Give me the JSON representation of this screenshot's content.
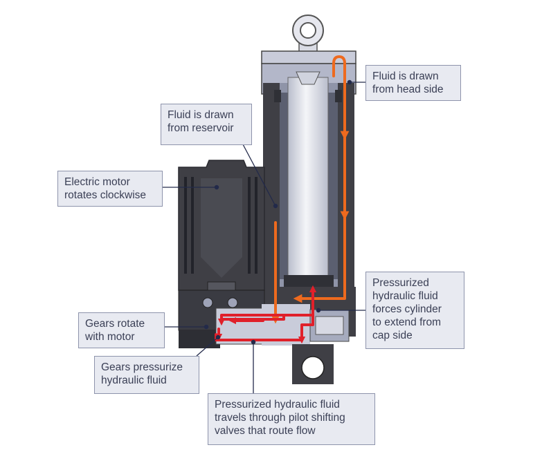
{
  "callouts": {
    "head_side": "Fluid is drawn\nfrom head side",
    "reservoir": "Fluid is drawn\nfrom reservoir",
    "motor": "Electric motor\nrotates clockwise",
    "cap_side": "Pressurized\nhydraulic fluid\nforces cylinder\nto extend from\ncap side",
    "gears_rotate": "Gears rotate\nwith motor",
    "gears_pressurize": "Gears pressurize\nhydraulic fluid",
    "pilot_valves": "Pressurized hydraulic fluid\ntravels through pilot shifting\nvalves that route flow"
  },
  "icons": {
    "eye": "rod-eye-mount-icon",
    "motor": "electric-motor-icon",
    "gears": "gear-pump-icon"
  },
  "colors": {
    "suction_flow": "#ee6a1e",
    "pressure_flow": "#e0202a",
    "callout_bg": "#e8eaf1",
    "callout_border": "#8d93ab",
    "callout_text": "#3a3f55",
    "body_dark": "#3f3f45",
    "body_light": "#c9ccda"
  }
}
